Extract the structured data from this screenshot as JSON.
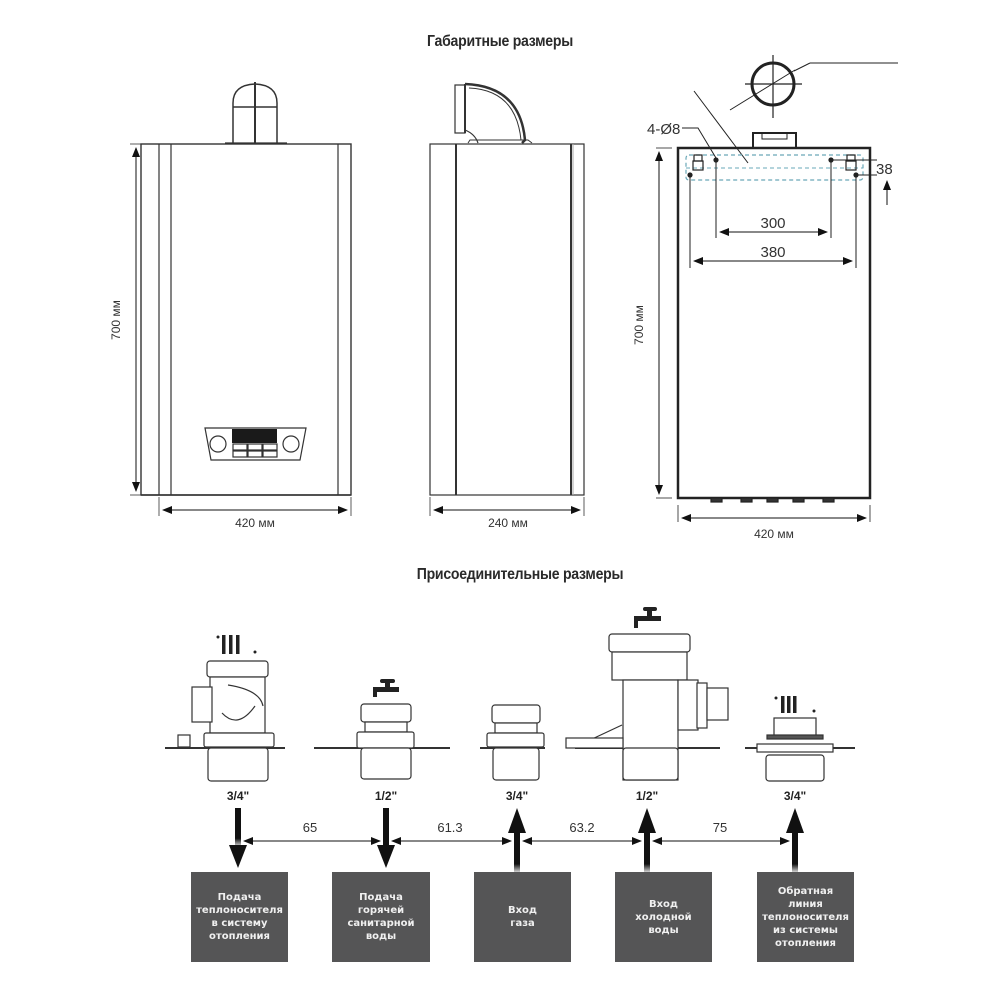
{
  "titles": {
    "overall_dimensions": "Габаритные размеры",
    "connection_dimensions": "Присоединительные размеры"
  },
  "front_view": {
    "height_label": "700 мм",
    "width_label": "420 мм"
  },
  "side_view": {
    "depth_label": "240 мм"
  },
  "back_view": {
    "height_label": "700 мм",
    "width_label": "420 мм",
    "holes_label": "4-Ø8",
    "inner_spacing": "300",
    "outer_spacing": "380",
    "top_offset": "38"
  },
  "connections": [
    {
      "size": "3/4\"",
      "direction": "down",
      "label": "Подача\nтеплоносителя\nв систему\nотопления",
      "icon": "radiator-icon"
    },
    {
      "size": "1/2\"",
      "direction": "down",
      "label": "Подача\nгорячей\nсанитарной\nводы",
      "icon": "faucet-icon"
    },
    {
      "size": "3/4\"",
      "direction": "up",
      "label": "Вход\nгаза",
      "icon": "none"
    },
    {
      "size": "1/2\"",
      "direction": "up",
      "label": "Вход\nхолодной\nводы",
      "icon": "faucet-icon"
    },
    {
      "size": "3/4\"",
      "direction": "up",
      "label": "Обратная\nлиния\nтеплоносителя\nиз системы\nотопления",
      "icon": "radiator-icon"
    }
  ],
  "spacings": [
    "65",
    "61.3",
    "63.2",
    "75"
  ],
  "colors": {
    "line": "#222222",
    "label_box": "#555556",
    "mount_dashed": "#6aa8b8"
  }
}
